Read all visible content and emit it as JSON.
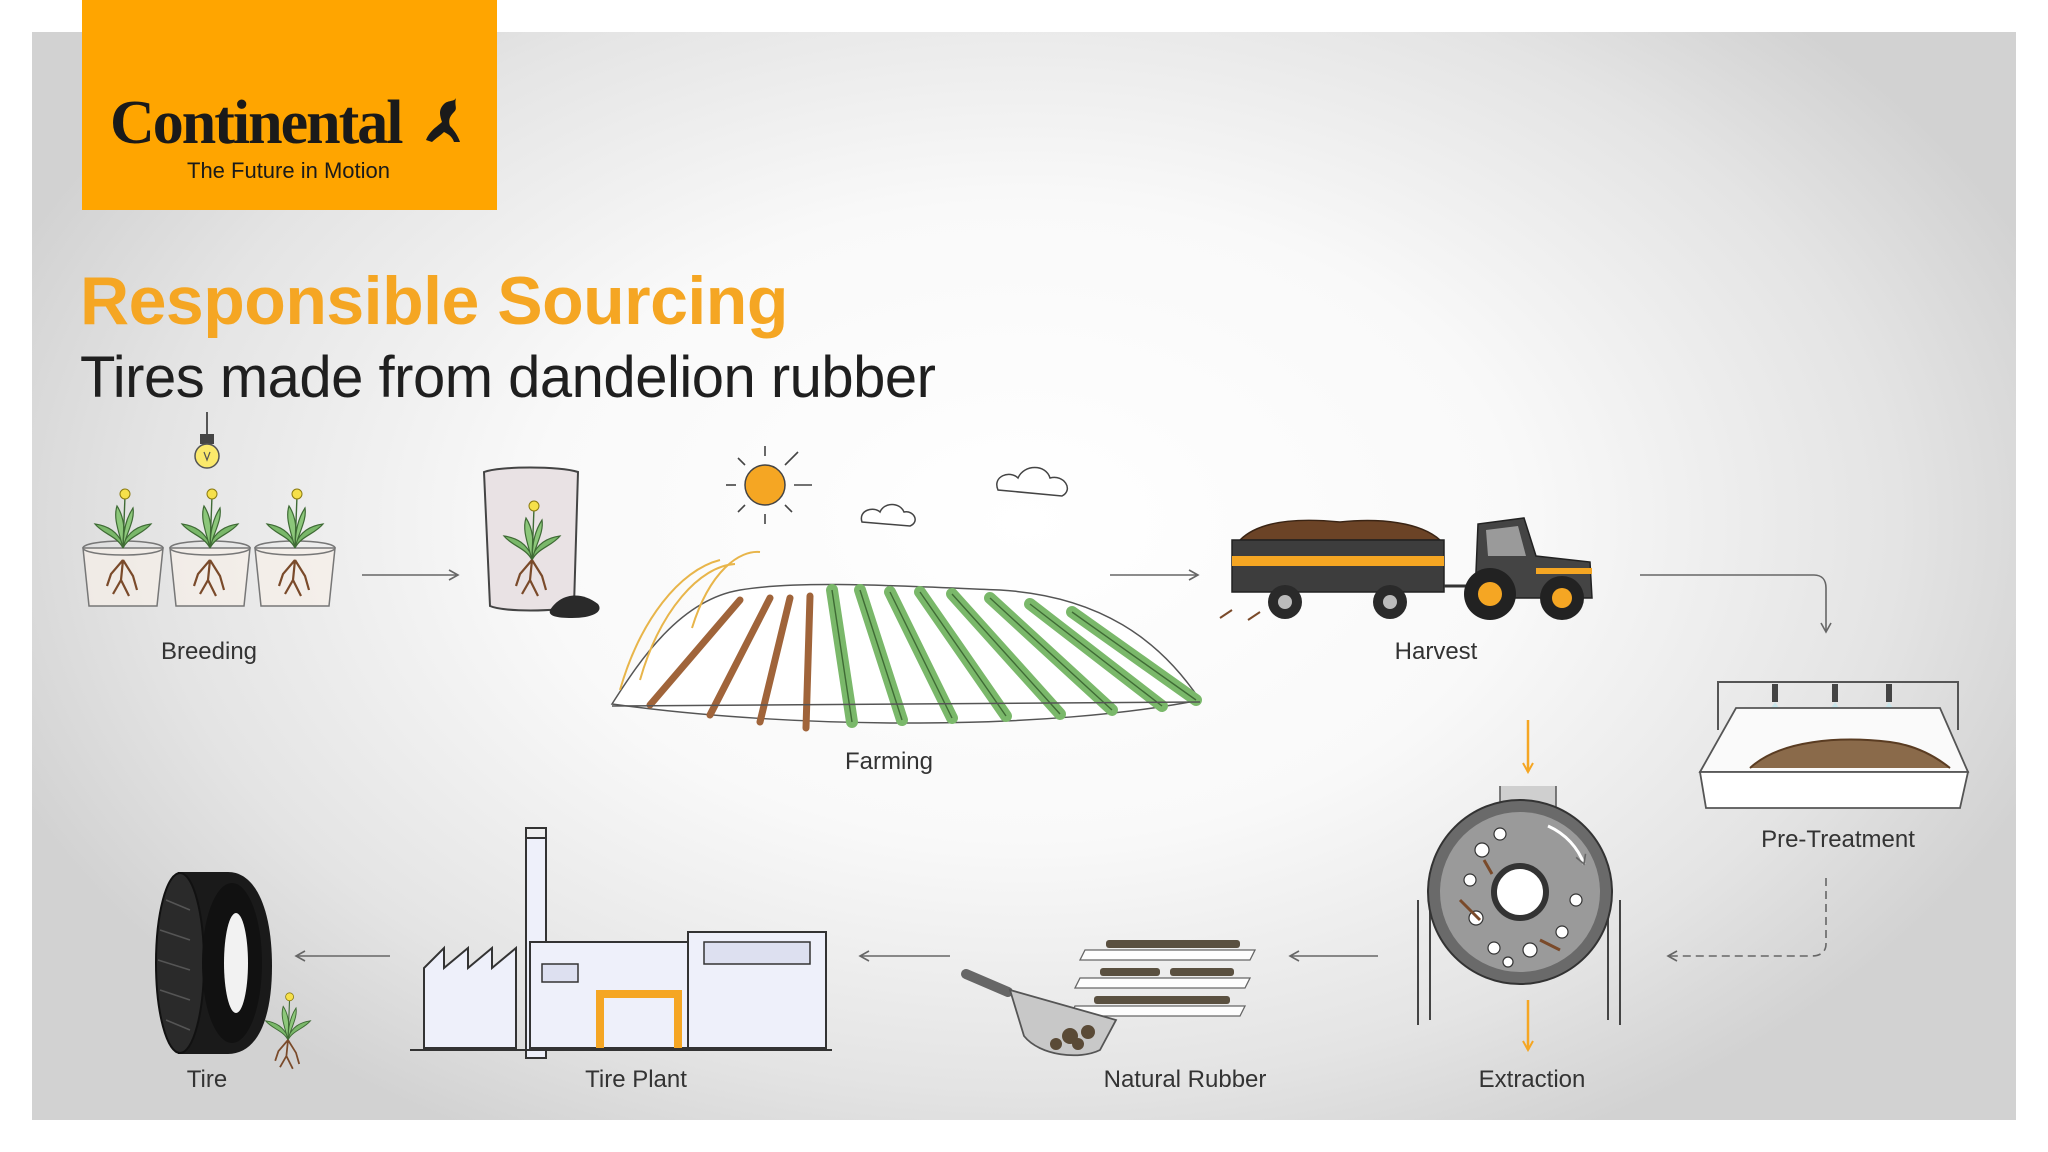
{
  "logo": {
    "brand": "Continental",
    "tagline": "The Future in Motion"
  },
  "header": {
    "title": "Responsible Sourcing",
    "subtitle": "Tires made from dandelion rubber"
  },
  "steps": [
    {
      "label": "Breeding"
    },
    {
      "label": "Farming"
    },
    {
      "label": "Harvest"
    },
    {
      "label": "Pre-Treatment"
    },
    {
      "label": "Extraction"
    },
    {
      "label": "Natural Rubber"
    },
    {
      "label": "Tire Plant"
    },
    {
      "label": "Tire"
    }
  ],
  "colors": {
    "brand_orange": "#ffa500",
    "title_orange": "#f5a623",
    "text_dark": "#1f1f1f",
    "plant_green": "#7ab86a",
    "root_brown": "#7a4a2a"
  },
  "icons": [
    "lightbulb-icon",
    "seed-bag-icon",
    "sun-icon",
    "cloud-icon",
    "tractor-icon",
    "wash-basin-icon",
    "extraction-drum-icon",
    "rubber-trays-icon",
    "factory-icon",
    "tire-icon"
  ]
}
